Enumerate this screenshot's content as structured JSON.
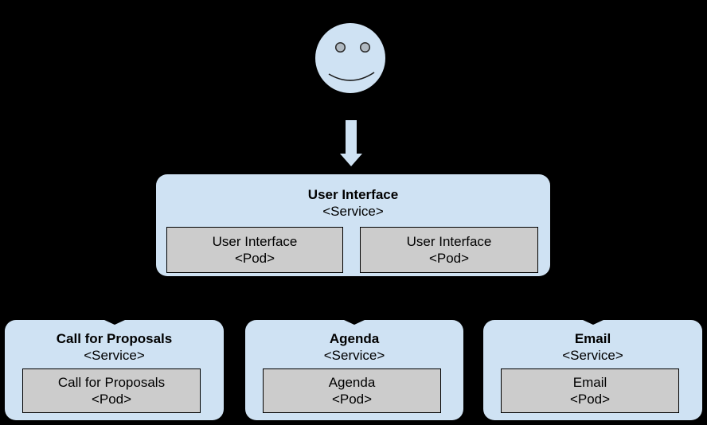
{
  "colors": {
    "background": "#000000",
    "box_blue": "#cfe2f3",
    "pod_gray": "#cccccc",
    "eye_gray": "#b0b9c1",
    "text": "#000000"
  },
  "user": {
    "icon": "smiley-face-user"
  },
  "arrow": {
    "icon": "down-arrow"
  },
  "ui_service": {
    "title": "User Interface",
    "type": "<Service>",
    "pods": [
      {
        "title": "User Interface",
        "type": "<Pod>"
      },
      {
        "title": "User Interface",
        "type": "<Pod>"
      }
    ]
  },
  "services": [
    {
      "title": "Call for Proposals",
      "type": "<Service>",
      "pods": [
        {
          "title": "Call for Proposals",
          "type": "<Pod>"
        }
      ]
    },
    {
      "title": "Agenda",
      "type": "<Service>",
      "pods": [
        {
          "title": "Agenda",
          "type": "<Pod>"
        }
      ]
    },
    {
      "title": "Email",
      "type": "<Service>",
      "pods": [
        {
          "title": "Email",
          "type": "<Pod>"
        }
      ]
    }
  ]
}
